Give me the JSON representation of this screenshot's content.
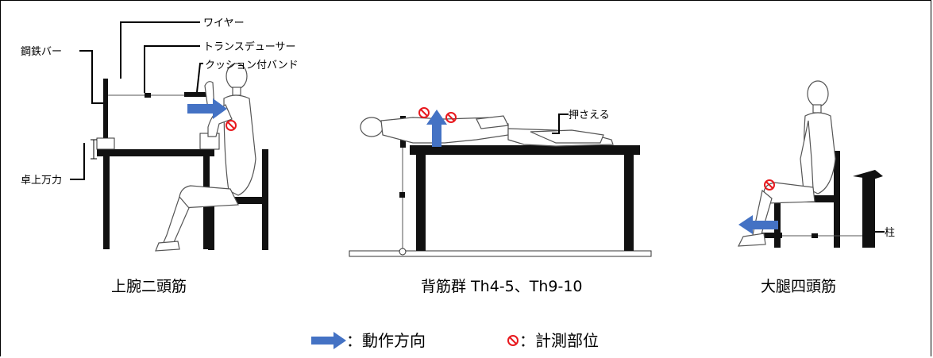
{
  "panels": {
    "biceps": {
      "caption": "上腕二頭筋",
      "labels": {
        "wire": "ワイヤー",
        "transducer": "トランスデューサー",
        "cushion_band": "クッション付バンド",
        "steel_bar": "鋼鉄バー",
        "vise": "卓上万力"
      }
    },
    "back": {
      "caption": "背筋群 Th4-5、Th9-10",
      "labels": {
        "hold": "押さえる"
      }
    },
    "quadriceps": {
      "caption": "大腿四頭筋",
      "labels": {
        "pillar": "柱"
      }
    }
  },
  "legend": {
    "direction": "：動作方向",
    "measure_site": "：計測部位"
  },
  "colors": {
    "arrow": "#4472C4",
    "marker": "#E8191E"
  },
  "icons": {
    "arrow": "blue-right-arrow-icon",
    "marker": "prohibited-circle-icon"
  }
}
